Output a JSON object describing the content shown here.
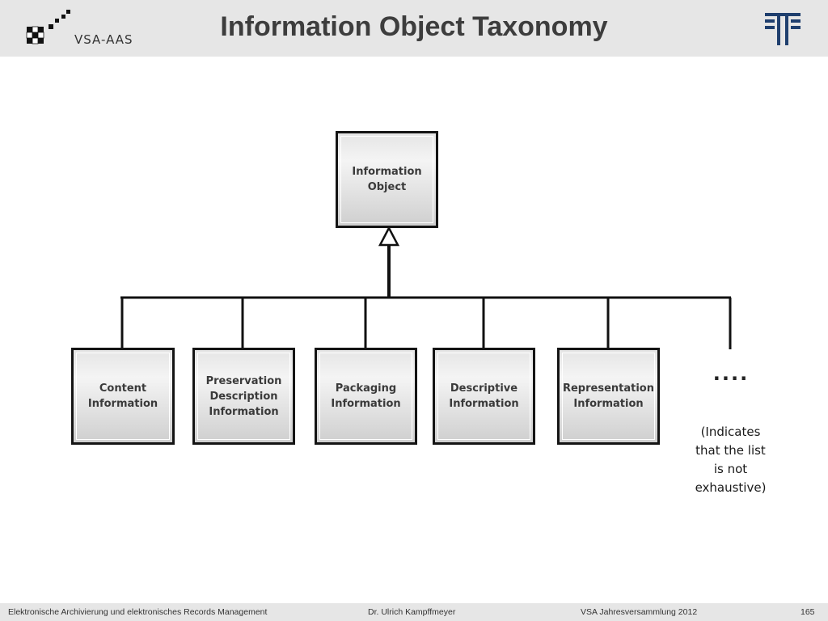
{
  "header": {
    "title": "Information Object Taxonomy",
    "logo_left_text": "VSA-AAS"
  },
  "diagram": {
    "root": {
      "label": "Information\nObject"
    },
    "children": [
      {
        "label": "Content\nInformation"
      },
      {
        "label": "Preservation\nDescription\nInformation"
      },
      {
        "label": "Packaging\nInformation"
      },
      {
        "label": "Descriptive\nInformation"
      },
      {
        "label": "Representation\nInformation"
      }
    ],
    "ellipsis": "....",
    "note": "(Indicates\nthat the list\nis not\nexhaustive)"
  },
  "footer": {
    "course": "Elektronische Archivierung und elektronisches Records Management",
    "author": "Dr. Ulrich Kampffmeyer",
    "event": "VSA Jahresversammlung 2012",
    "page_number": "165"
  },
  "colors": {
    "header_bg": "#e6e6e6",
    "title": "#3d3d3d",
    "box_border": "#141414"
  }
}
